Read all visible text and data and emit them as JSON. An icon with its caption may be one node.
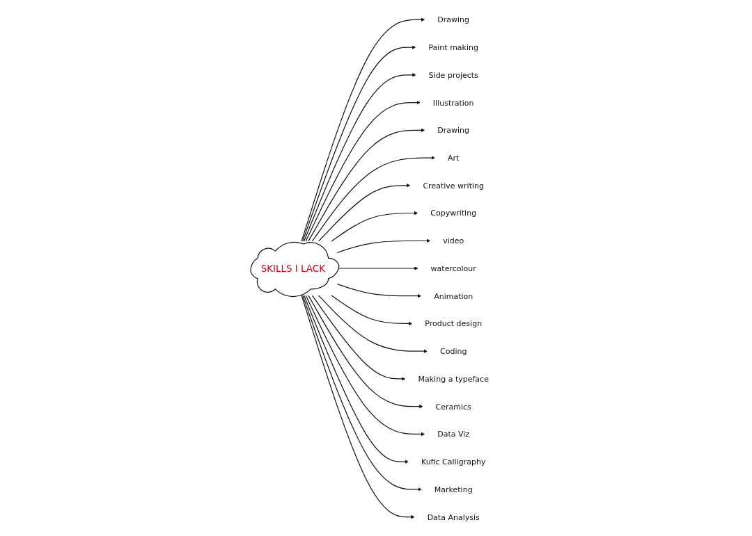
{
  "diagram": {
    "nodes": [
      {
        "text": [
          "SKILLS I LACK"
        ]
      },
      {
        "text": [
          "Drawing"
        ]
      },
      {
        "text": [
          "Paint making"
        ]
      },
      {
        "text": [
          "Side projects"
        ]
      },
      {
        "text": [
          "Illustration"
        ]
      },
      {
        "text": [
          "Drawing"
        ]
      },
      {
        "text": [
          "Art"
        ]
      },
      {
        "text": [
          "Creative writing"
        ]
      },
      {
        "text": [
          "Copywriting"
        ]
      },
      {
        "text": [
          "video"
        ]
      },
      {
        "text": [
          "watercolour"
        ]
      },
      {
        "text": [
          "Animation"
        ]
      },
      {
        "text": [
          "Product design"
        ]
      },
      {
        "text": [
          "Coding"
        ]
      },
      {
        "text": [
          "Making a typeface"
        ]
      },
      {
        "text": [
          "Ceramics"
        ]
      },
      {
        "text": [
          "Data Viz"
        ]
      },
      {
        "text": [
          "Kufic Calligraphy"
        ]
      },
      {
        "text": [
          "Marketing"
        ]
      },
      {
        "text": [
          "Data Analysis"
        ]
      }
    ],
    "edges": [
      {
        "from": 0,
        "to": 1,
        "arrow": "to"
      },
      {
        "from": 0,
        "to": 2,
        "arrow": "to"
      },
      {
        "from": 0,
        "to": 3,
        "arrow": "to"
      },
      {
        "from": 0,
        "to": 4,
        "arrow": "to"
      },
      {
        "from": 0,
        "to": 5,
        "arrow": "to"
      },
      {
        "from": 0,
        "to": 6,
        "arrow": "to"
      },
      {
        "from": 0,
        "to": 7,
        "arrow": "to"
      },
      {
        "from": 0,
        "to": 8,
        "arrow": "to"
      },
      {
        "from": 0,
        "to": 9,
        "arrow": "to"
      },
      {
        "from": 0,
        "to": 10,
        "arrow": "to"
      },
      {
        "from": 0,
        "to": 11,
        "arrow": "to"
      },
      {
        "from": 0,
        "to": 12,
        "arrow": "to"
      },
      {
        "from": 0,
        "to": 13,
        "arrow": "to"
      },
      {
        "from": 0,
        "to": 14,
        "arrow": "to"
      },
      {
        "from": 0,
        "to": 15,
        "arrow": "to"
      },
      {
        "from": 0,
        "to": 16,
        "arrow": "to"
      },
      {
        "from": 0,
        "to": 17,
        "arrow": "to"
      },
      {
        "from": 0,
        "to": 18,
        "arrow": "to"
      },
      {
        "from": 0,
        "to": 19,
        "arrow": "to"
      }
    ]
  }
}
